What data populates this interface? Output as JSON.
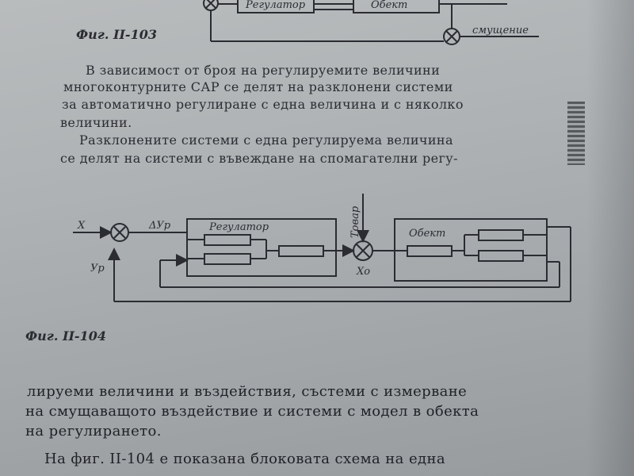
{
  "figures": {
    "fig103": {
      "caption": "Фиг. II-103",
      "block_regulator": "Регулатор",
      "block_object": "Обект",
      "disturbance_label": "смущение"
    },
    "fig104": {
      "caption": "Фиг. II-104",
      "input_label": "X",
      "error_label": "ΔУр",
      "feedback_label": "Ур",
      "load_label": "Товар",
      "object_input_label": "Xo",
      "block_regulator": "Регулатор",
      "block_object": "Обект"
    }
  },
  "text": {
    "para1": [
      "В зависимост от броя на регулируемите величини",
      "многоконтурните САР се делят на разклонени системи",
      "за автоматично регулиране с една величина и с няколко",
      "величини."
    ],
    "para2": [
      "Разклонените системи с една регулируема величина",
      "се делят на системи с въвеждане на спомагателни регу-"
    ],
    "para3": [
      "лируеми величини и въздействия, състеми с измерване",
      "на смущаващото въздействие и системи с модел в обекта",
      "на регулирането.",
      "На фиг. II-104 е показана блоковата схема на една"
    ]
  }
}
